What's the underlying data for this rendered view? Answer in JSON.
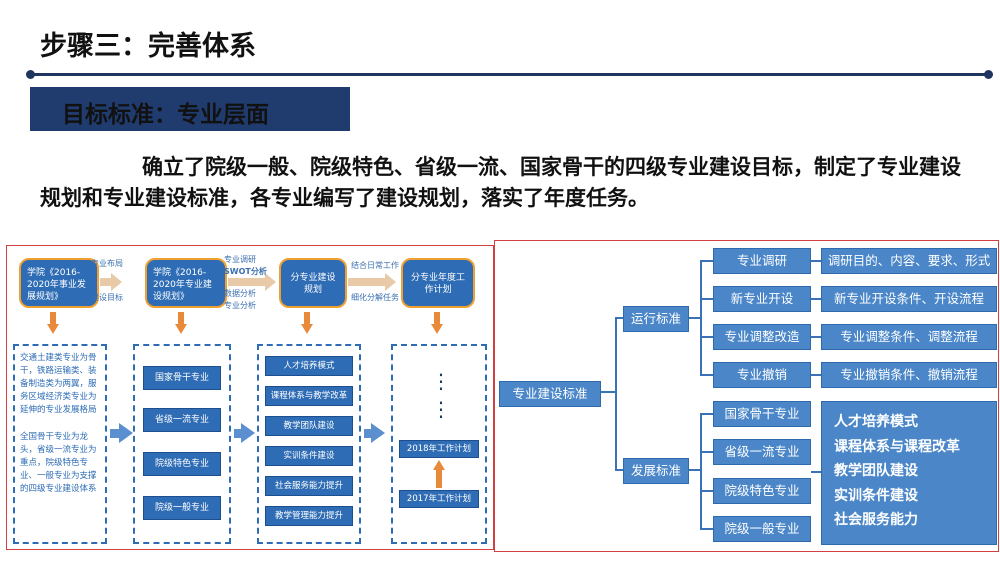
{
  "page": {
    "title": "步骤三：完善体系",
    "subtitle": "目标标准：专业层面",
    "paragraph": "确立了院级一般、院级特色、省级一流、国家骨干的四级专业建设目标，制定了专业建设规划和专业建设标准，各专业编写了建设规划，落实了年度任务。"
  },
  "left_diagram": {
    "box1": "学院《2016-2020年事业发展规划》",
    "box1_notes": [
      "专业布局",
      "建设目标"
    ],
    "box2": "学院《2016-2020年专业建设规划》",
    "box2_notes": [
      "专业调研",
      "SWOT分析",
      "数据分析",
      "专业分析"
    ],
    "box3": "分专业建设规划",
    "box3_notes": [
      "结合日常工作",
      "细化分解任务"
    ],
    "box4": "分专业年度工作计划",
    "col1_text": [
      "交通土建类专业为骨干，铁路运输类、装备制造类为两翼，服务区域经济类专业为延伸的专业发展格局",
      "全国骨干专业为龙头，省级一流专业为重点，院级特色专业、一般专业为支撑的四级专业建设体系"
    ],
    "col2_items": [
      "国家骨干专业",
      "省级一流专业",
      "院级特色专业",
      "院级一般专业"
    ],
    "col3_items": [
      "人才培养模式",
      "课程体系与教学改革",
      "教学团队建设",
      "实训条件建设",
      "社会服务能力提升",
      "教学管理能力提升"
    ],
    "col4_dots": "⋮",
    "col4_items": [
      "2018年工作计划",
      "2017年工作计划"
    ]
  },
  "right_diagram": {
    "root": "专业建设标准",
    "branches": [
      {
        "label": "运行标准",
        "items": [
          "专业调研",
          "新专业开设",
          "专业调整改造",
          "专业撤销"
        ],
        "details": [
          "调研目的、内容、要求、形式",
          "新专业开设条件、开设流程",
          "专业调整条件、调整流程",
          "专业撤销条件、撤销流程"
        ]
      },
      {
        "label": "发展标准",
        "items": [
          "国家骨干专业",
          "省级一流专业",
          "院级特色专业",
          "院级一般专业"
        ],
        "details_block": [
          "人才培养模式",
          "课程体系与课程改革",
          "教学团队建设",
          "实训条件建设",
          "社会服务能力"
        ]
      }
    ]
  },
  "colors": {
    "navy": "#1f3560",
    "blue": "#2e6cb5",
    "orange": "#e88a3a",
    "panel_border": "#d04040"
  }
}
